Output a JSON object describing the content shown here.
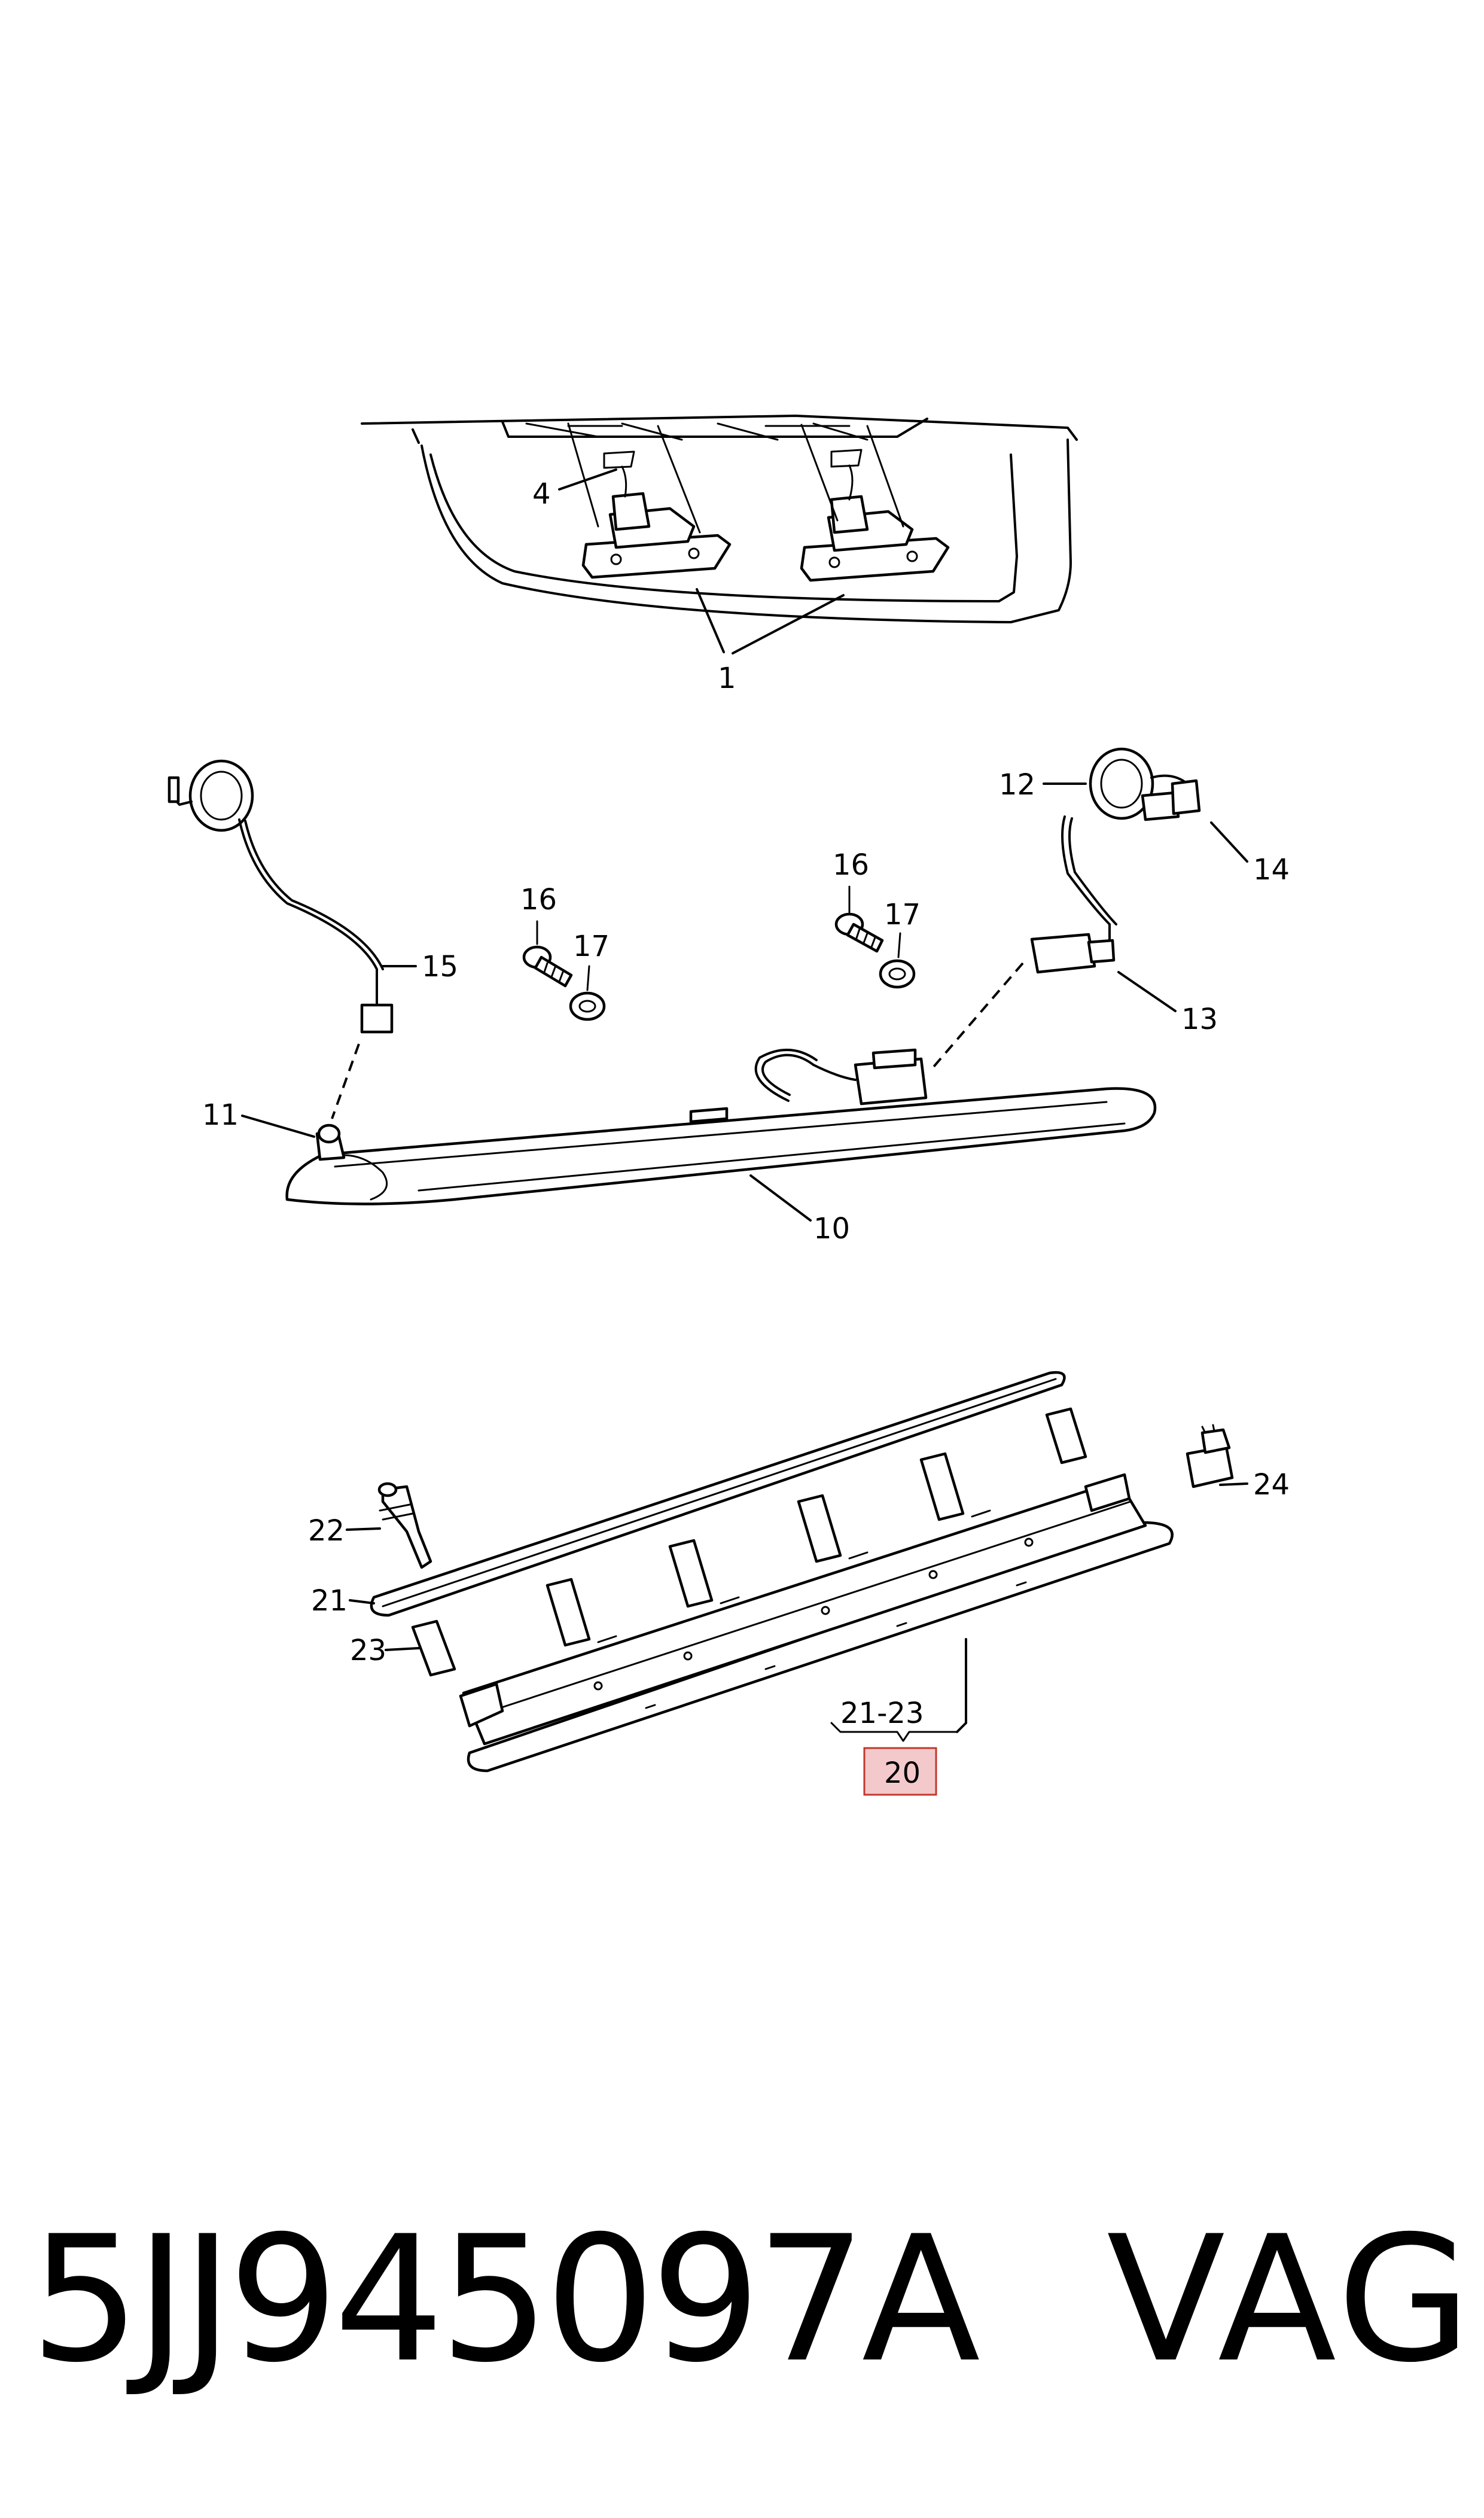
{
  "diagram": {
    "callouts": {
      "c1": "1",
      "c4": "4",
      "c10": "10",
      "c11": "11",
      "c12": "12",
      "c13": "13",
      "c14": "14",
      "c15": "15",
      "c16a": "16",
      "c16b": "16",
      "c17a": "17",
      "c17b": "17",
      "c20": "20",
      "c21": "21",
      "c21_23": "21-23",
      "c22": "22",
      "c23": "23",
      "c24": "24"
    },
    "highlight_color": "#f4c9cc"
  },
  "footer": {
    "part_number": "5JJ945097A",
    "brand": "VAG"
  }
}
